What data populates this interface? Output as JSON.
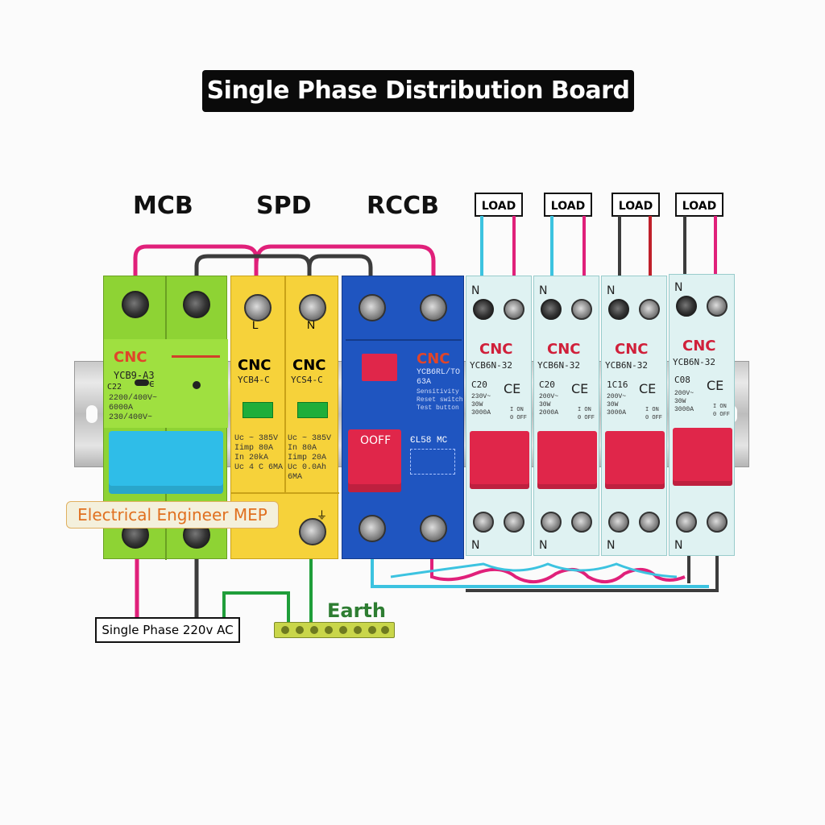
{
  "title": "Single Phase Distribution Board",
  "sections": {
    "mcb": "MCB",
    "spd": "SPD",
    "rccb": "RCCB"
  },
  "loads": [
    "LOAD",
    "LOAD",
    "LOAD",
    "LOAD"
  ],
  "mcb_main": {
    "brand": "CNC",
    "model": "YCB9-A3",
    "rating": "C22",
    "specs": [
      "2200/400V~",
      "6000A",
      "230/400V~"
    ],
    "color": "#8ed334",
    "handle_color": "#2fbde8"
  },
  "spd": {
    "brand_left": "CNC",
    "brand_right": "CNC",
    "model_left": "YCB4-C",
    "model_right": "YCS4-C",
    "label_l": "L",
    "label_n": "N",
    "specs_left": [
      "Uc ~ 385V",
      "Iimp 80A",
      "In 20kA",
      "Uc 4 C 6MA"
    ],
    "specs_right": [
      "Uc ~ 385V",
      "In 80A",
      "Iimp 20A",
      "Uc 0.0Ah 6MA"
    ],
    "color": "#f6d23a"
  },
  "rccb": {
    "brand": "CNC",
    "model": "YCB6RL/TO",
    "sub": "63A",
    "specs": [
      "Sensitivity",
      "Reset switch",
      "Test button"
    ],
    "off_label": "OOFF",
    "extra": "ЄL58 MC",
    "color": "#1f55c0"
  },
  "mcbs": [
    {
      "brand": "CNC",
      "model": "YCB6N-32",
      "rating": "C20",
      "specs": [
        "230V~",
        "30W",
        "3000A"
      ],
      "on": "I ON",
      "off": "0 OFF",
      "ce": "CE",
      "n_top": "N",
      "n_bottom": "N"
    },
    {
      "brand": "CNC",
      "model": "YCB6N-32",
      "rating": "C20",
      "specs": [
        "200V~",
        "30W",
        "2000A"
      ],
      "on": "I ON",
      "off": "0 OFF",
      "ce": "CE",
      "n_top": "N",
      "n_bottom": "N"
    },
    {
      "brand": "CNC",
      "model": "YCB6N-32",
      "rating": "1C16",
      "specs": [
        "200V~",
        "30W",
        "3000A"
      ],
      "on": "I ON",
      "off": "0 OFF",
      "ce": "CE",
      "n_top": "N",
      "n_bottom": "N"
    },
    {
      "brand": "CNC",
      "model": "YCB6N-32",
      "rating": "C08",
      "specs": [
        "200V~",
        "30W",
        "3000A"
      ],
      "on": "I ON",
      "off": "0 OFF",
      "ce": "CE",
      "n_top": "N",
      "n_bottom": "N"
    }
  ],
  "watermark": "Electrical Engineer MEP",
  "supply": "Single Phase 220v AC",
  "earth": "Earth",
  "colors": {
    "live": "#e0207a",
    "neutral": "#3c3c3c",
    "earth": "#1f9e3a",
    "blue": "#3cc3e0",
    "red_live": "#c0202a"
  }
}
